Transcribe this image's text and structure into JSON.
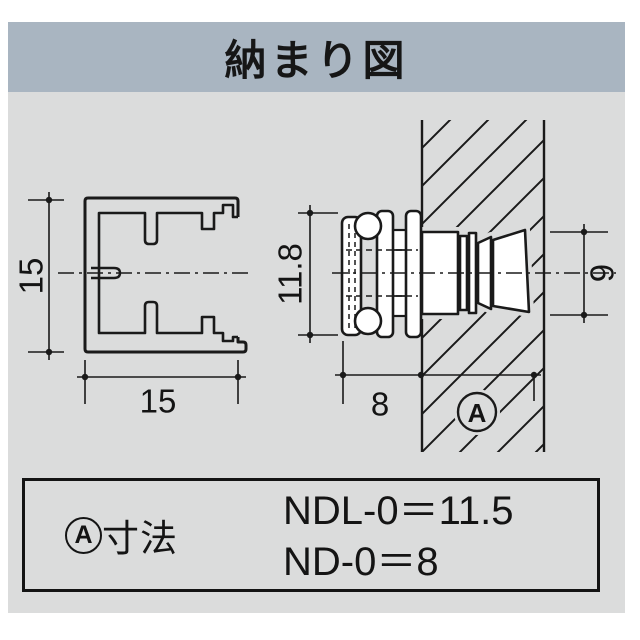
{
  "header": {
    "title": "納まり図"
  },
  "profile_view": {
    "height_dim": "15",
    "width_dim": "15"
  },
  "installation_view": {
    "head_height_dim": "11.8",
    "head_depth_dim": "8",
    "hole_height_dim": "9",
    "depth_marker": "A"
  },
  "legend": {
    "marker": "A",
    "marker_suffix": "寸法",
    "lines": [
      "NDL-0＝11.5",
      "ND-0＝8"
    ]
  },
  "colors": {
    "header_bg": "#a9b5c1",
    "panel_bg": "#dbdcdc",
    "line": "#1a1a1a",
    "part_fill": "#ffffff"
  }
}
